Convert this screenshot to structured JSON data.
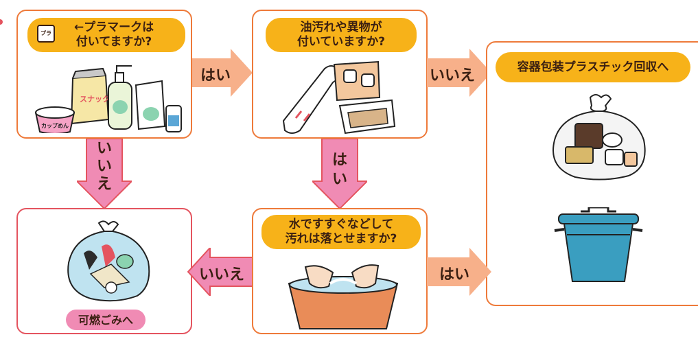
{
  "start_question": {
    "icon_text": "プラ",
    "text": "←プラマークは\n付いてますか?"
  },
  "start_items": {
    "snack": "スナック",
    "cup": "カップめん"
  },
  "q2_text": "油汚れや異物が\n付いていますか?",
  "q3_text": "水ですすぐなどして\n汚れは落とせますか?",
  "recycle_title": "容器包装プラスチック回収へ",
  "burnable_title": "可燃ごみへ",
  "arrows": {
    "yes_1": "はい",
    "no_1": "いいえ",
    "no_down": "いいえ",
    "yes_down": "はい",
    "no_left": "いいえ",
    "yes_2": "はい"
  },
  "colors": {
    "orange_border": "#ee7a3a",
    "red_border": "#e4545f",
    "yellow": "#f7b219",
    "pink": "#f08bb4",
    "arrow_orange": "#f7b08a",
    "arrow_pink": "#f08bb4"
  }
}
